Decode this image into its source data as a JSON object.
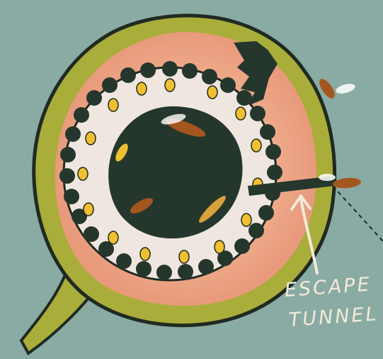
{
  "annotation": {
    "line1": "ESCAPE",
    "line2": "TUNNEL"
  },
  "colors": {
    "background": "#8aaba3",
    "fig_skin": "#a9ad3a",
    "fig_flesh": "#eeaa8a",
    "fig_cavity": "#25372c",
    "flower_pale": "#efe7df",
    "flower_yellow": "#f0c030",
    "wasp_body": "#a4561f",
    "label_text": "#f3ead8"
  },
  "icons": [
    "fig-stem",
    "fig-outline",
    "wasp",
    "escape-tunnel",
    "arrow"
  ]
}
